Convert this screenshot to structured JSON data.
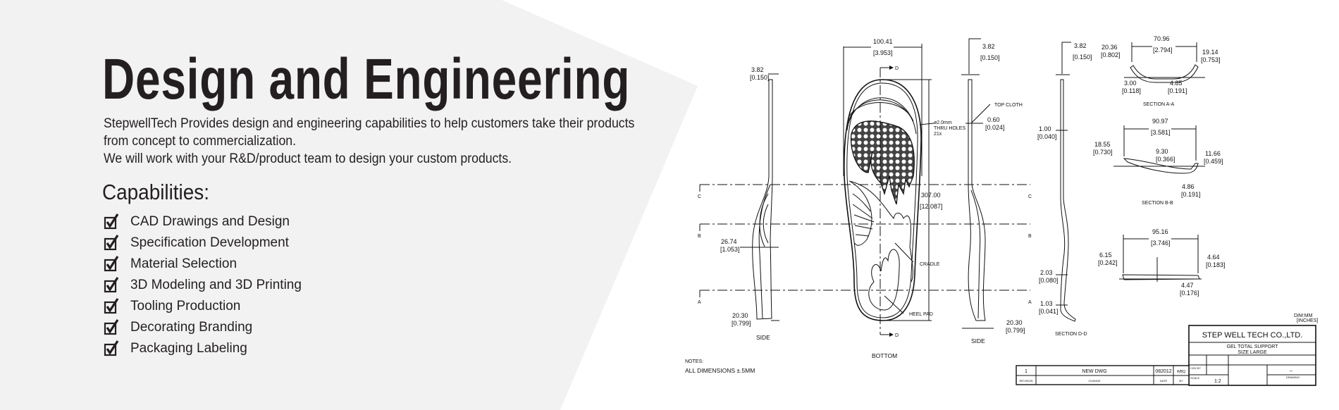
{
  "hero": {
    "title": "Design and Engineering",
    "intro_lines": [
      "StepwellTech Provides design and engineering capabilities to help customers take their products from concept to commercialization.",
      "We will work with your R&D/product team to design your custom products."
    ],
    "capabilities_heading": "Capabilities:",
    "capabilities": [
      "CAD Drawings and Design",
      "Specification Development",
      "Material Selection",
      "3D Modeling and 3D Printing",
      "Tooling Production",
      "Decorating Branding",
      "Packaging Labeling"
    ],
    "check_icon": "checked-box-icon"
  },
  "drawing": {
    "side_left": {
      "thick": "3.82",
      "thick_in": "[0.150]",
      "arch": "26.74",
      "arch_in": "[1.053]",
      "heel": "20.30",
      "heel_in": "[0.799]",
      "label": "SIDE"
    },
    "bottom": {
      "width": "100.41",
      "width_in": "[3.953]",
      "length": "307.00",
      "length_in": "[12.087]",
      "holes_1": "ø2.0mm",
      "holes_2": "THRU HOLES",
      "holes_3": "21x",
      "cradle": "CRADLE",
      "heel_pad": "HEEL PAD",
      "label": "BOTTOM",
      "section_d": "D"
    },
    "section_marks": [
      "C",
      "B",
      "A"
    ],
    "side_right": {
      "thick": "3.82",
      "thick_in": "[0.150]",
      "top_cloth": "TOP CLOTH",
      "cloth": "0.60",
      "cloth_in": "[0.024]",
      "heel": "20.30",
      "heel_in": "[0.799]",
      "label": "SIDE"
    },
    "section_dd": {
      "top": "3.82",
      "top_in": "[0.150]",
      "d1": "1.00",
      "d1_in": "[0.040]",
      "d2": "2.03",
      "d2_in": "[0.080]",
      "d3": "1.03",
      "d3_in": "[0.041]",
      "label": "SECTION D-D"
    },
    "section_aa": {
      "width": "70.96",
      "width_in": "[2.794]",
      "left": "20.36",
      "left_in": "[0.802]",
      "right": "19.14",
      "right_in": "[0.753]",
      "b1": "3.00",
      "b1_in": "[0.118]",
      "b2": "4.85",
      "b2_in": "[0.191]",
      "label": "SECTION A-A"
    },
    "section_bb": {
      "width": "90.97",
      "width_in": "[3.581]",
      "left": "18.55",
      "left_in": "[0.730]",
      "mid": "9.30",
      "mid_in": "[0.366]",
      "right": "11.66",
      "right_in": "[0.459]",
      "b": "4.86",
      "b_in": "[0.191]",
      "label": "SECTION B-B"
    },
    "section_cc": {
      "width": "95.16",
      "width_in": "[3.746]",
      "left": "6.15",
      "left_in": "[0.242]",
      "right": "4.64",
      "right_in": "[0.183]",
      "b": "4.47",
      "b_in": "[0.176]"
    },
    "notes_heading": "NOTES:",
    "notes": "ALL DIMENSIONS ±.5MM",
    "units_1": "DIM:MM",
    "units_2": "[INCHES]",
    "title_block": {
      "company": "STEP WELL TECH CO.,LTD.",
      "product": "GEL TOTAL SUPPORT",
      "size": "SIZE LARGE",
      "chkd_by": "CKD BY",
      "scale_label": "SCALE",
      "scale": "1:2",
      "drawing_label": "DRAWING",
      "drawing_no": "–"
    },
    "revision": {
      "rev": "1",
      "change": "NEW DWG",
      "date": "082012",
      "by": "WBQ",
      "h_rev": "REVISION",
      "h_change": "CHANGE",
      "h_date": "DATE",
      "h_by": "BY"
    }
  }
}
